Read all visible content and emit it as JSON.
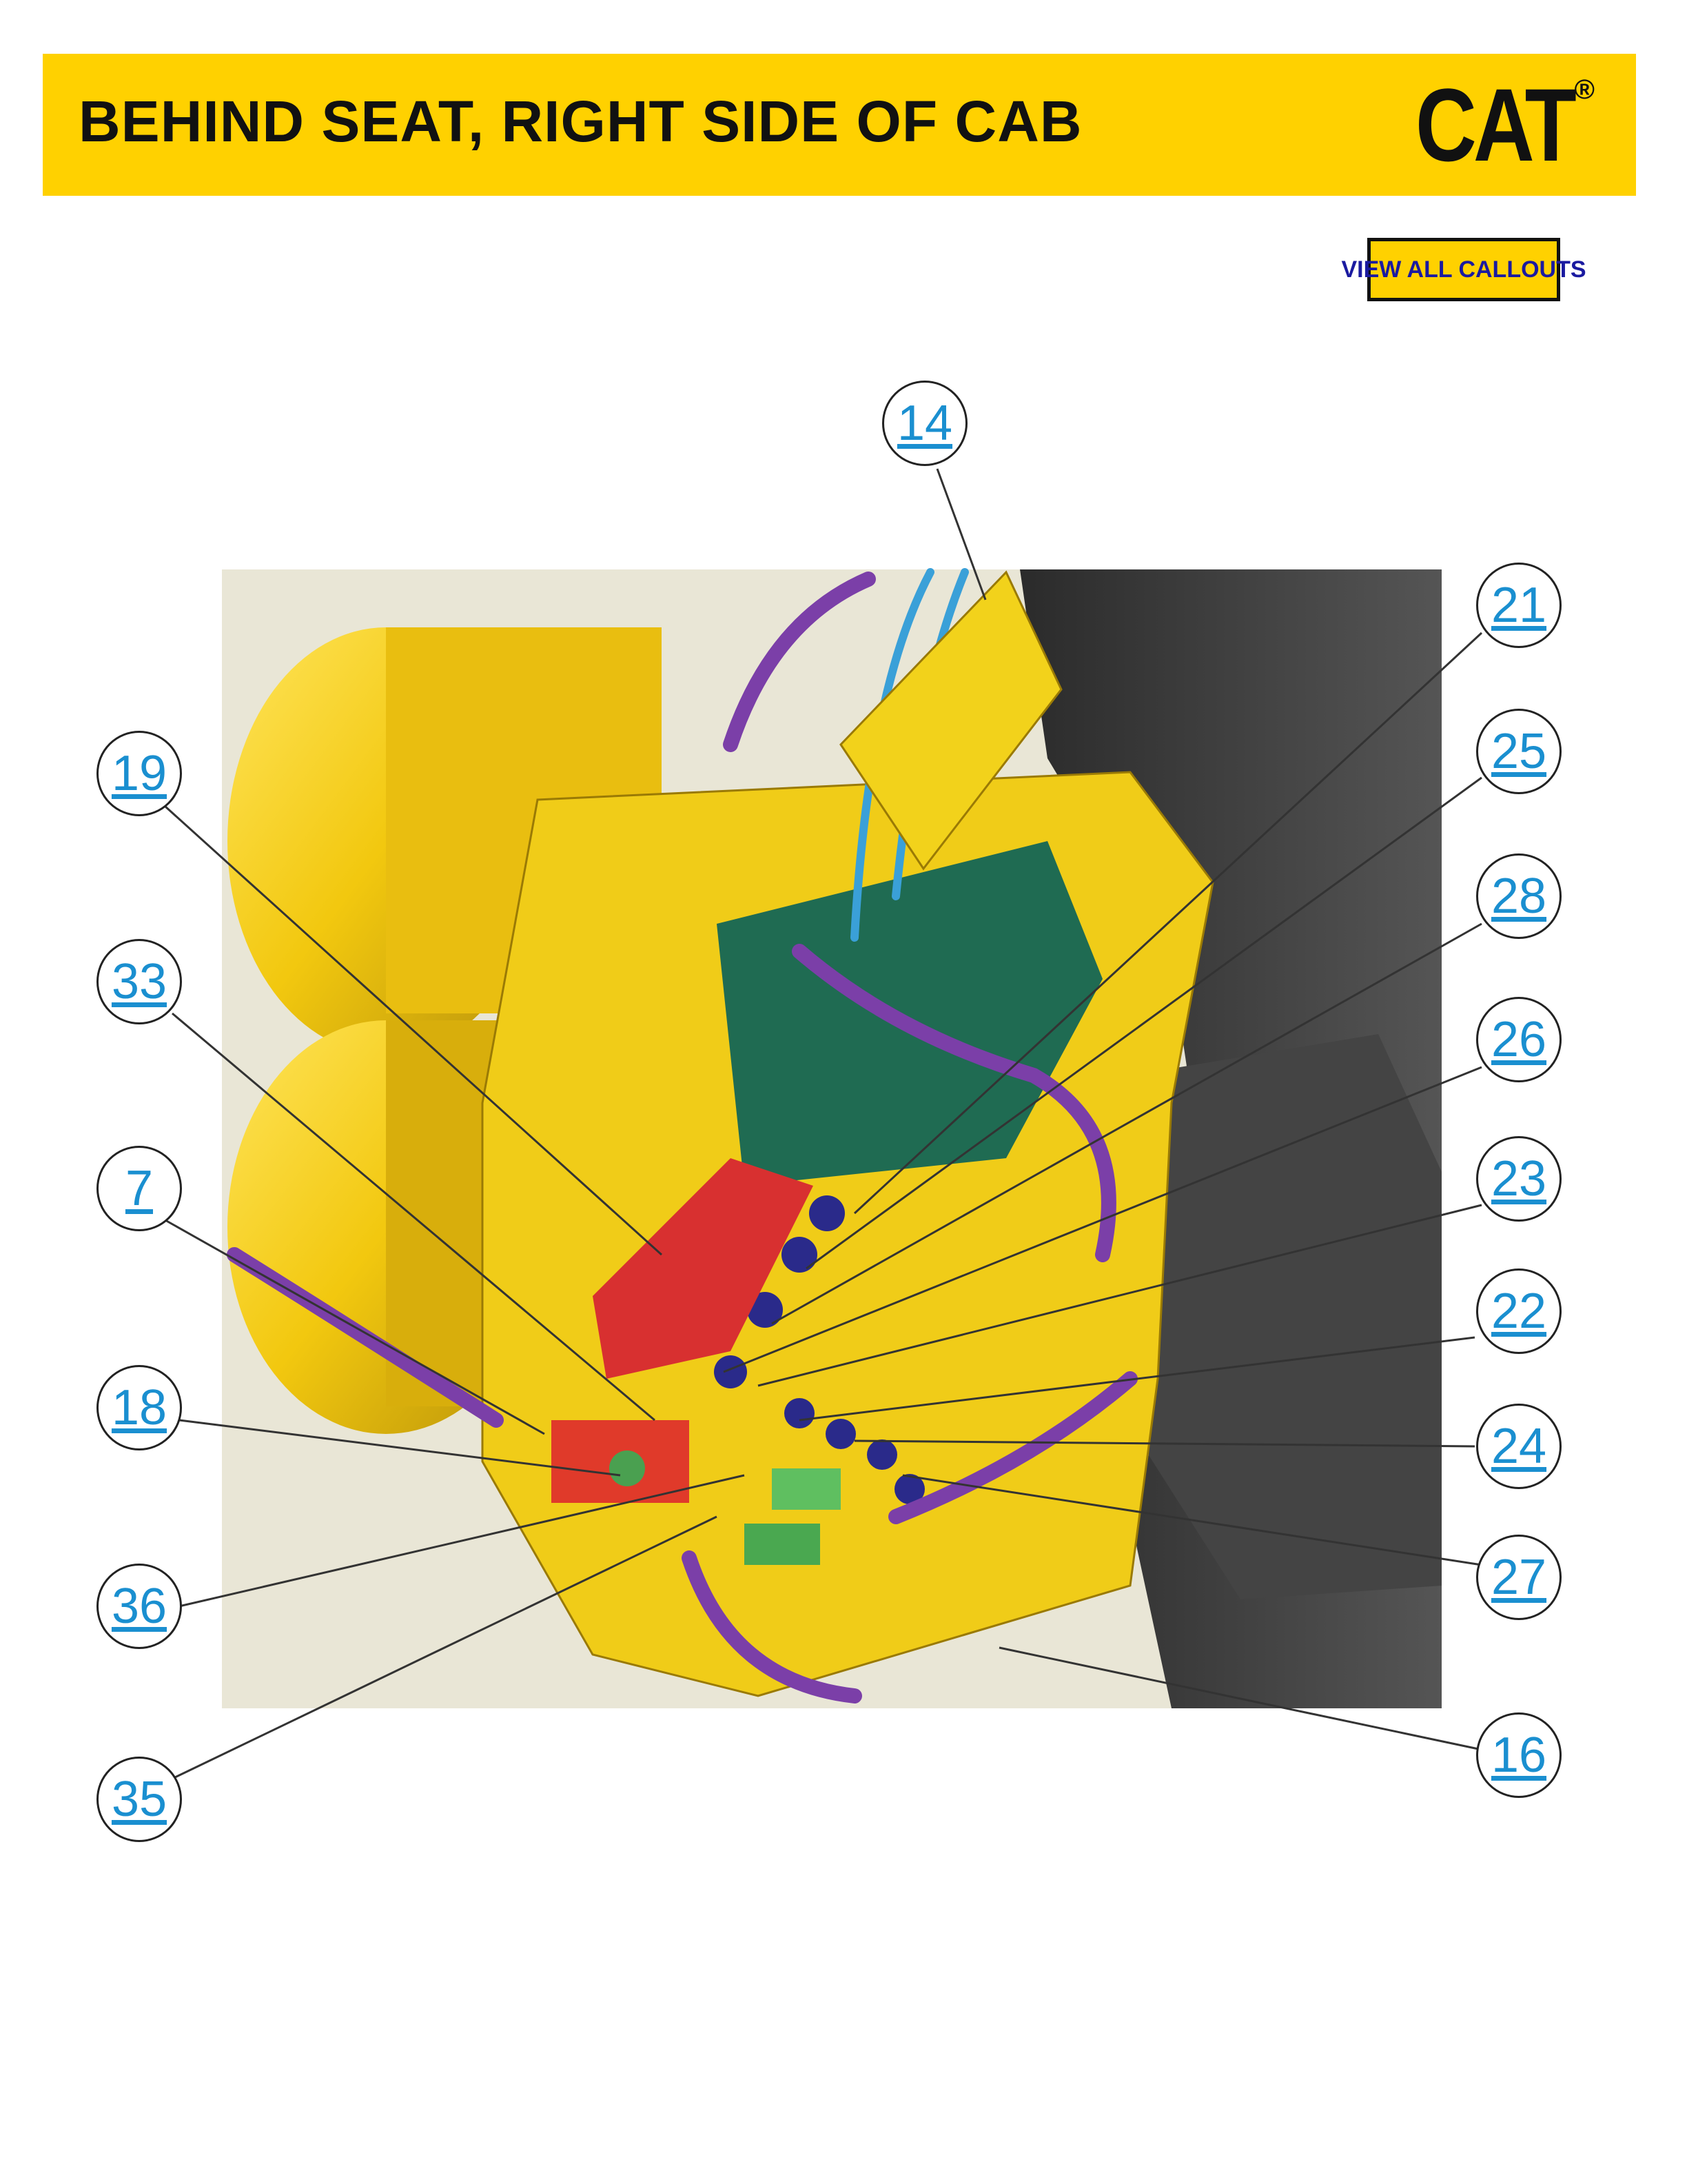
{
  "header": {
    "title": "BEHIND SEAT, RIGHT SIDE OF CAB",
    "brand_logo_text": "CAT",
    "brand_logo_reg": "®",
    "background_color": "#FFD100"
  },
  "view_all_button": {
    "label": "VIEW ALL CALLOUTS"
  },
  "callouts": [
    {
      "id": "c14",
      "label": "14"
    },
    {
      "id": "c21",
      "label": "21"
    },
    {
      "id": "c25",
      "label": "25"
    },
    {
      "id": "c28",
      "label": "28"
    },
    {
      "id": "c26",
      "label": "26"
    },
    {
      "id": "c23",
      "label": "23"
    },
    {
      "id": "c22",
      "label": "22"
    },
    {
      "id": "c24",
      "label": "24"
    },
    {
      "id": "c27",
      "label": "27"
    },
    {
      "id": "c16",
      "label": "16"
    },
    {
      "id": "c19",
      "label": "19"
    },
    {
      "id": "c33",
      "label": "33"
    },
    {
      "id": "c7",
      "label": "7"
    },
    {
      "id": "c18",
      "label": "18"
    },
    {
      "id": "c36",
      "label": "36"
    },
    {
      "id": "c35",
      "label": "35"
    }
  ],
  "colors": {
    "callout_text": "#1a8fd0",
    "machine_yellow": "#F2D21B",
    "harness_purple": "#7B3FA8",
    "panel_dark": "#3a3a3a"
  }
}
